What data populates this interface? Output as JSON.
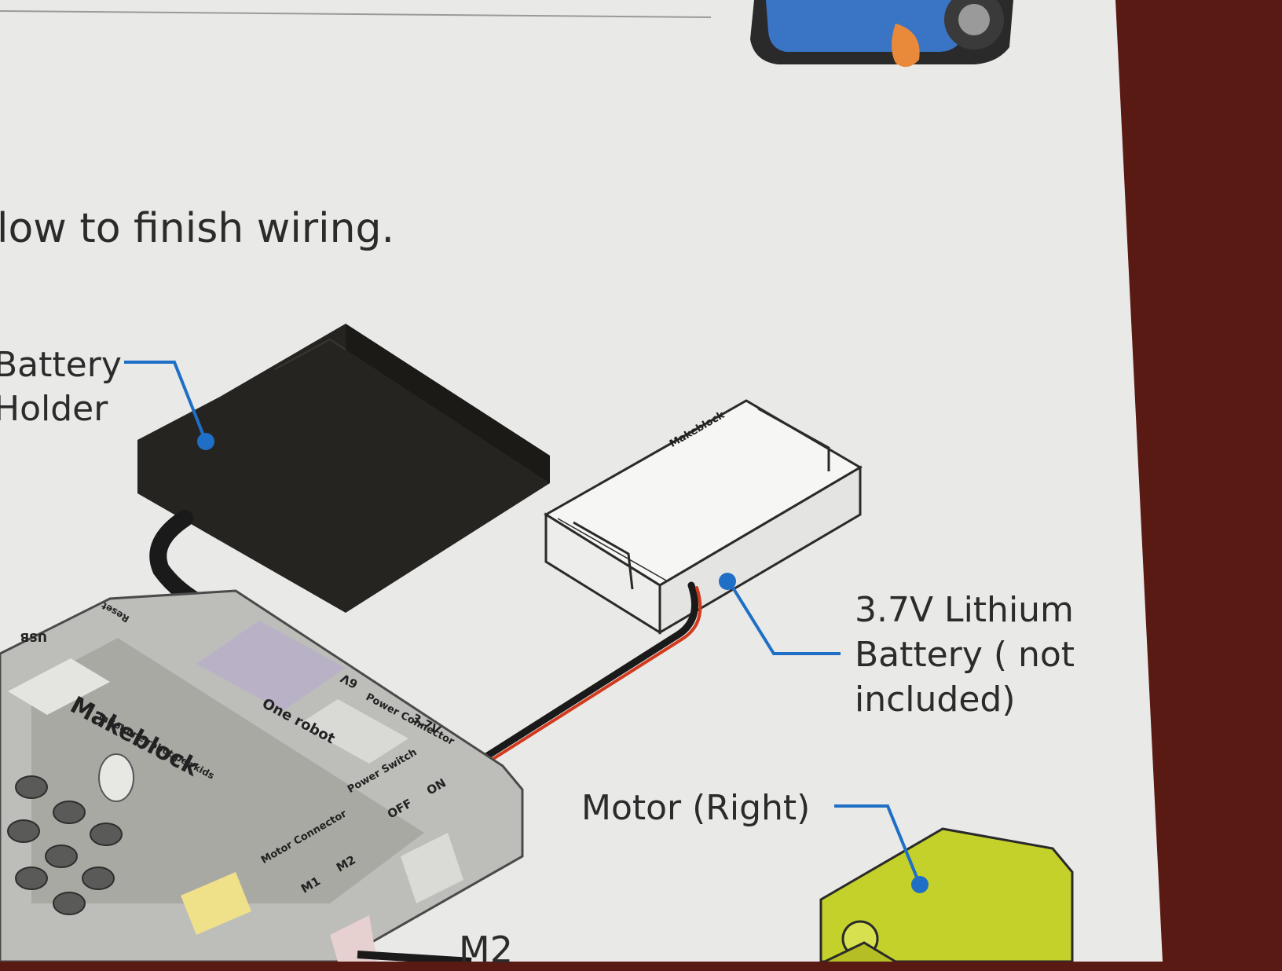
{
  "instruction": "low to finish wiring.",
  "labels": {
    "battery_holder_line1": "Battery",
    "battery_holder_line2": "Holder",
    "lithium_line1": "3.7V Lithium",
    "lithium_line2": "Battery ( not",
    "lithium_line3": "included)",
    "motor_right": "Motor (Right)",
    "m2": "M2"
  },
  "board_print": {
    "brand": "Makeblock",
    "usb": "USB",
    "reset": "Reset",
    "mbot": "mBot one robot per kids",
    "one_robot": "One robot",
    "power_6v": "6V",
    "power_connector": "Power Connector",
    "voltage_37": "3.7V",
    "power_switch": "Power Switch",
    "off": "OFF",
    "on": "ON",
    "motor_connector": "Motor Connector",
    "m1": "M1",
    "m2": "M2"
  },
  "lithium_brand": "Makeblock",
  "colors": {
    "paper": "#e9e9e7",
    "leader_line": "#1f6fc7",
    "battery_holder": "#262420",
    "motor": "#c4d12a",
    "wire_red": "#d23a1e",
    "wire_black": "#1a1a1a"
  }
}
